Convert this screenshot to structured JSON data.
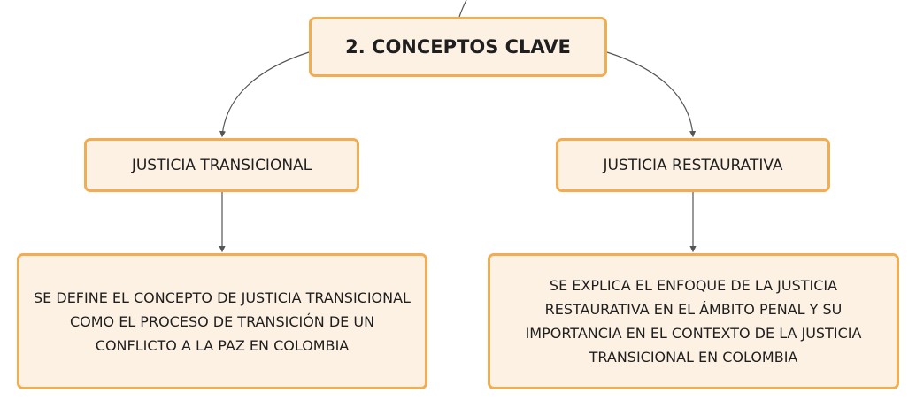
{
  "diagram": {
    "root": {
      "label": "2. CONCEPTOS CLAVE"
    },
    "branches": [
      {
        "label": "JUSTICIA TRANSICIONAL",
        "detail": "SE DEFINE EL CONCEPTO DE JUSTICIA TRANSICIONAL COMO EL PROCESO DE TRANSICIÓN DE UN CONFLICTO A LA PAZ EN COLOMBIA"
      },
      {
        "label": "JUSTICIA RESTAURATIVA",
        "detail": "SE EXPLICA EL ENFOQUE DE LA JUSTICIA RESTAURATIVA EN EL ÁMBITO PENAL Y SU IMPORTANCIA EN EL CONTEXTO DE LA JUSTICIA TRANSICIONAL EN COLOMBIA"
      }
    ],
    "colors": {
      "node_fill": "#fdf1e4",
      "node_border": "#f2ad52",
      "connector": "#555555",
      "text": "#1f1f1f"
    }
  }
}
